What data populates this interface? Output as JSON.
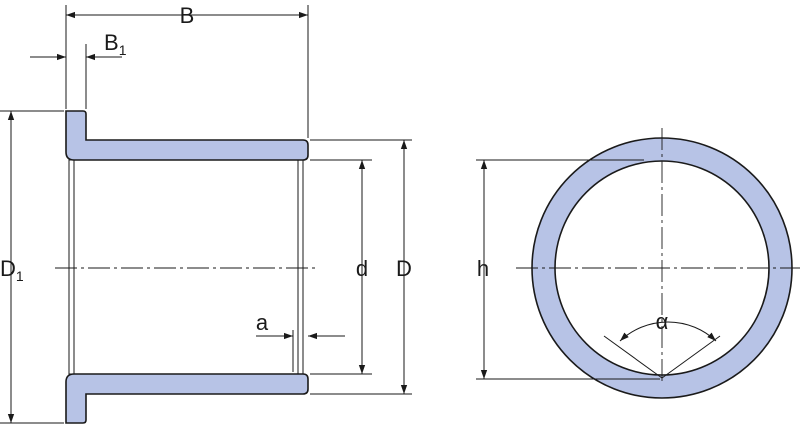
{
  "labels": {
    "B": "B",
    "B1_main": "B",
    "B1_sub": "1",
    "D1_main": "D",
    "D1_sub": "1",
    "d": "d",
    "D": "D",
    "a": "a",
    "h": "h",
    "alpha": "α"
  },
  "colors": {
    "fill": "#b7c3e6",
    "line": "#1a1a1a",
    "background": "#ffffff"
  }
}
